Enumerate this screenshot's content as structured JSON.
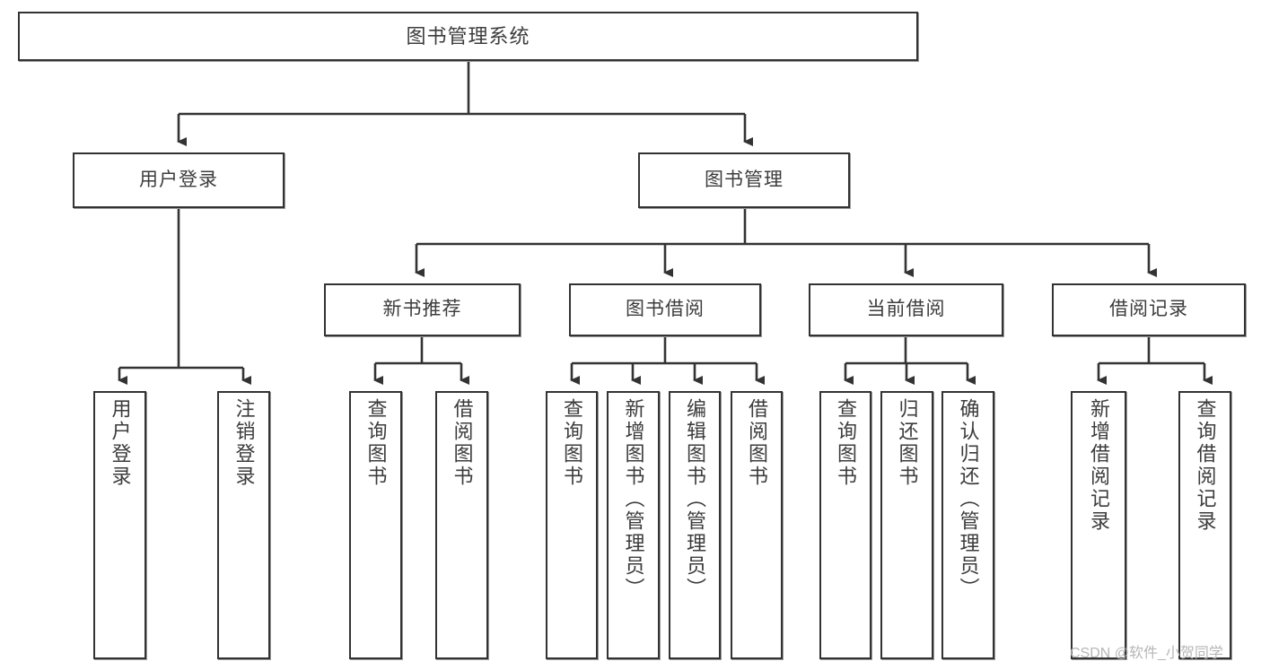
{
  "diagram": {
    "title": "图书管理系统",
    "type": "tree-hierarchy-chart",
    "line_color": "#333333",
    "box_fill": "#ffffff",
    "text_color": "#3c3c3c"
  },
  "root": {
    "label": "图书管理系统"
  },
  "level2": [
    {
      "id": "user-login",
      "label": "用户登录"
    },
    {
      "id": "book-management",
      "label": "图书管理"
    }
  ],
  "level3": [
    {
      "id": "new-book-recommend",
      "label": "新书推荐"
    },
    {
      "id": "book-borrow",
      "label": "图书借阅"
    },
    {
      "id": "current-borrow",
      "label": "当前借阅"
    },
    {
      "id": "borrow-record",
      "label": "借阅记录"
    }
  ],
  "leaves": {
    "user_login": [
      {
        "label": "用户登录"
      },
      {
        "label": "注销登录"
      }
    ],
    "new_book_recommend": [
      {
        "label": "查询图书"
      },
      {
        "label": "借阅图书"
      }
    ],
    "book_borrow": [
      {
        "label": "查询图书"
      },
      {
        "label": "新增图书（管理员）"
      },
      {
        "label": "编辑图书（管理员）"
      },
      {
        "label": "借阅图书"
      }
    ],
    "current_borrow": [
      {
        "label": "查询图书"
      },
      {
        "label": "归还图书"
      },
      {
        "label": "确认归还（管理员）"
      }
    ],
    "borrow_record": [
      {
        "label": "新增借阅记录"
      },
      {
        "label": "查询借阅记录"
      }
    ]
  },
  "watermark": {
    "text": "CSDN @软件_小贺同学"
  }
}
